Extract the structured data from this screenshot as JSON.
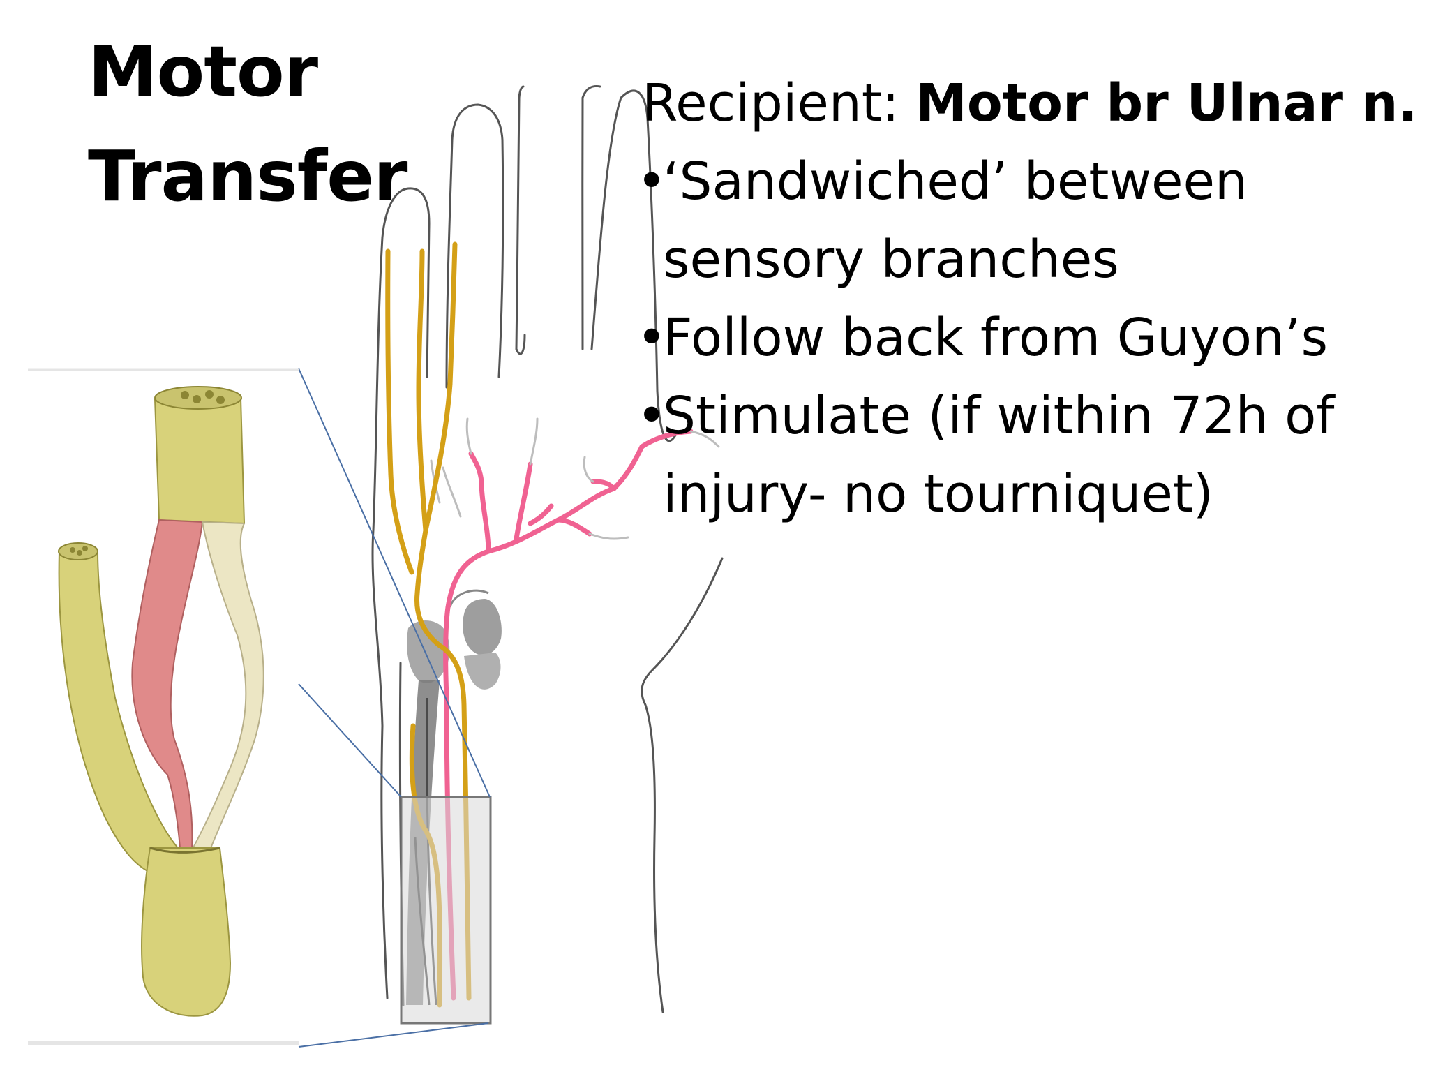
{
  "title": {
    "line1": "Motor",
    "line2": "Transfer"
  },
  "content": {
    "recipient_label": "Recipient: ",
    "recipient_value": "Motor br Ulnar n.",
    "bullets": [
      {
        "bullet": "•",
        "line1": "‘Sandwiched’ between",
        "line2": "sensory branches"
      },
      {
        "bullet": "•",
        "line1": "Follow back from Guyon’s",
        "line2": ""
      },
      {
        "bullet": "•",
        "line1": "Stimulate (if within 72h of",
        "line2": "injury- no tourniquet)"
      }
    ]
  },
  "colors": {
    "motor_nerve": "#d4a017",
    "sensory_nerve": "#f06292",
    "outline": "#555555",
    "bone": "#b0b0b0",
    "zoom_box": "#777777",
    "callout_line": "#4a6fa5",
    "nerve_yellow": "#d8d27a",
    "nerve_pink": "#e08a8a",
    "nerve_cream": "#ece6c4"
  }
}
